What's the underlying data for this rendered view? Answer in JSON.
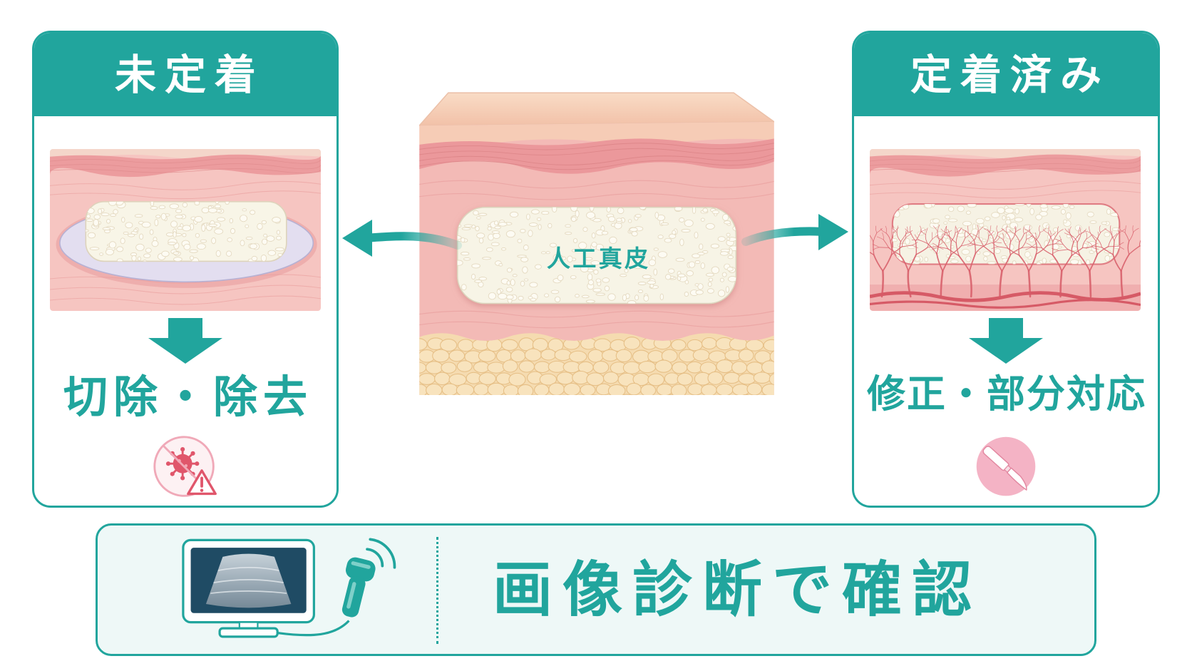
{
  "left_panel": {
    "title": "未定着",
    "result": "切除・除去",
    "icon": "virus-warning-icon"
  },
  "center": {
    "label": "人工真皮"
  },
  "right_panel": {
    "title": "定着済み",
    "result": "修正・部分対応",
    "icon": "scalpel-icon"
  },
  "bottom": {
    "label": "画像診断で確認",
    "icons": [
      "ultrasound-monitor-icon",
      "ultrasound-probe-icon"
    ]
  },
  "colors": {
    "accent": "#21a59d",
    "panel_fill": "#eef8f7",
    "skin": "#f4bdb9",
    "implant": "#f7f4e6",
    "fat": "#f5dbb0",
    "vessel": "#d9636d",
    "warning": "#e0566b",
    "scalpel_bg": "#f4b3c5"
  }
}
